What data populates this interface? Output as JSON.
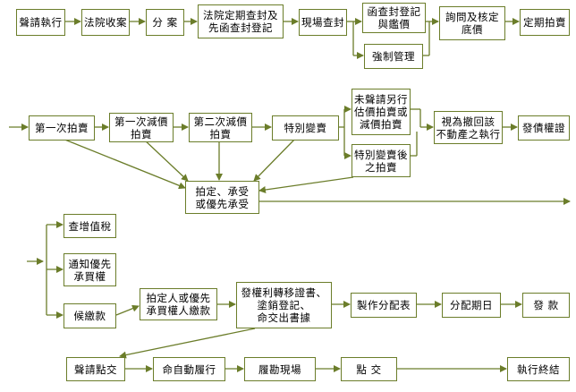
{
  "colors": {
    "line": "#6b7d2a",
    "box_border": "#6b7d2a",
    "text": "#000000",
    "background": "#ffffff"
  },
  "nodes": {
    "n01": "聲請執行",
    "n02": "法院收案",
    "n03": "分 案",
    "n04": "法院定期查封及\n先函查封登記",
    "n05": "現場查封",
    "n06": "函查封登記\n與鑑價",
    "n07": "詢問及核定\n底價",
    "n08": "定期拍賣",
    "n09": "強制管理",
    "n10": "第一次拍賣",
    "n11": "第一次減價\n拍賣",
    "n12": "第二次減價\n拍賣",
    "n13": "特別變賣",
    "n14": "未聲請另行\n估價拍賣或\n減價拍賣",
    "n15": "特別變賣後\n之拍賣",
    "n16": "視為撤回該\n不動產之執行",
    "n17": "發債權證",
    "n18": "拍定、承受\n或優先承受",
    "n19": "查增值稅",
    "n20": "通知優先\n承買權",
    "n21": "候繳款",
    "n22": "拍定人或優先\n承買權人繳款",
    "n23": "發權利轉移證書、\n塗銷登記、\n命交出書據",
    "n24": "製作分配表",
    "n25": "分配期日",
    "n26": "發 款",
    "n27": "聲請點交",
    "n28": "命自動履行",
    "n29": "履勘現場",
    "n30": "點 交",
    "n31": "執行終結"
  }
}
